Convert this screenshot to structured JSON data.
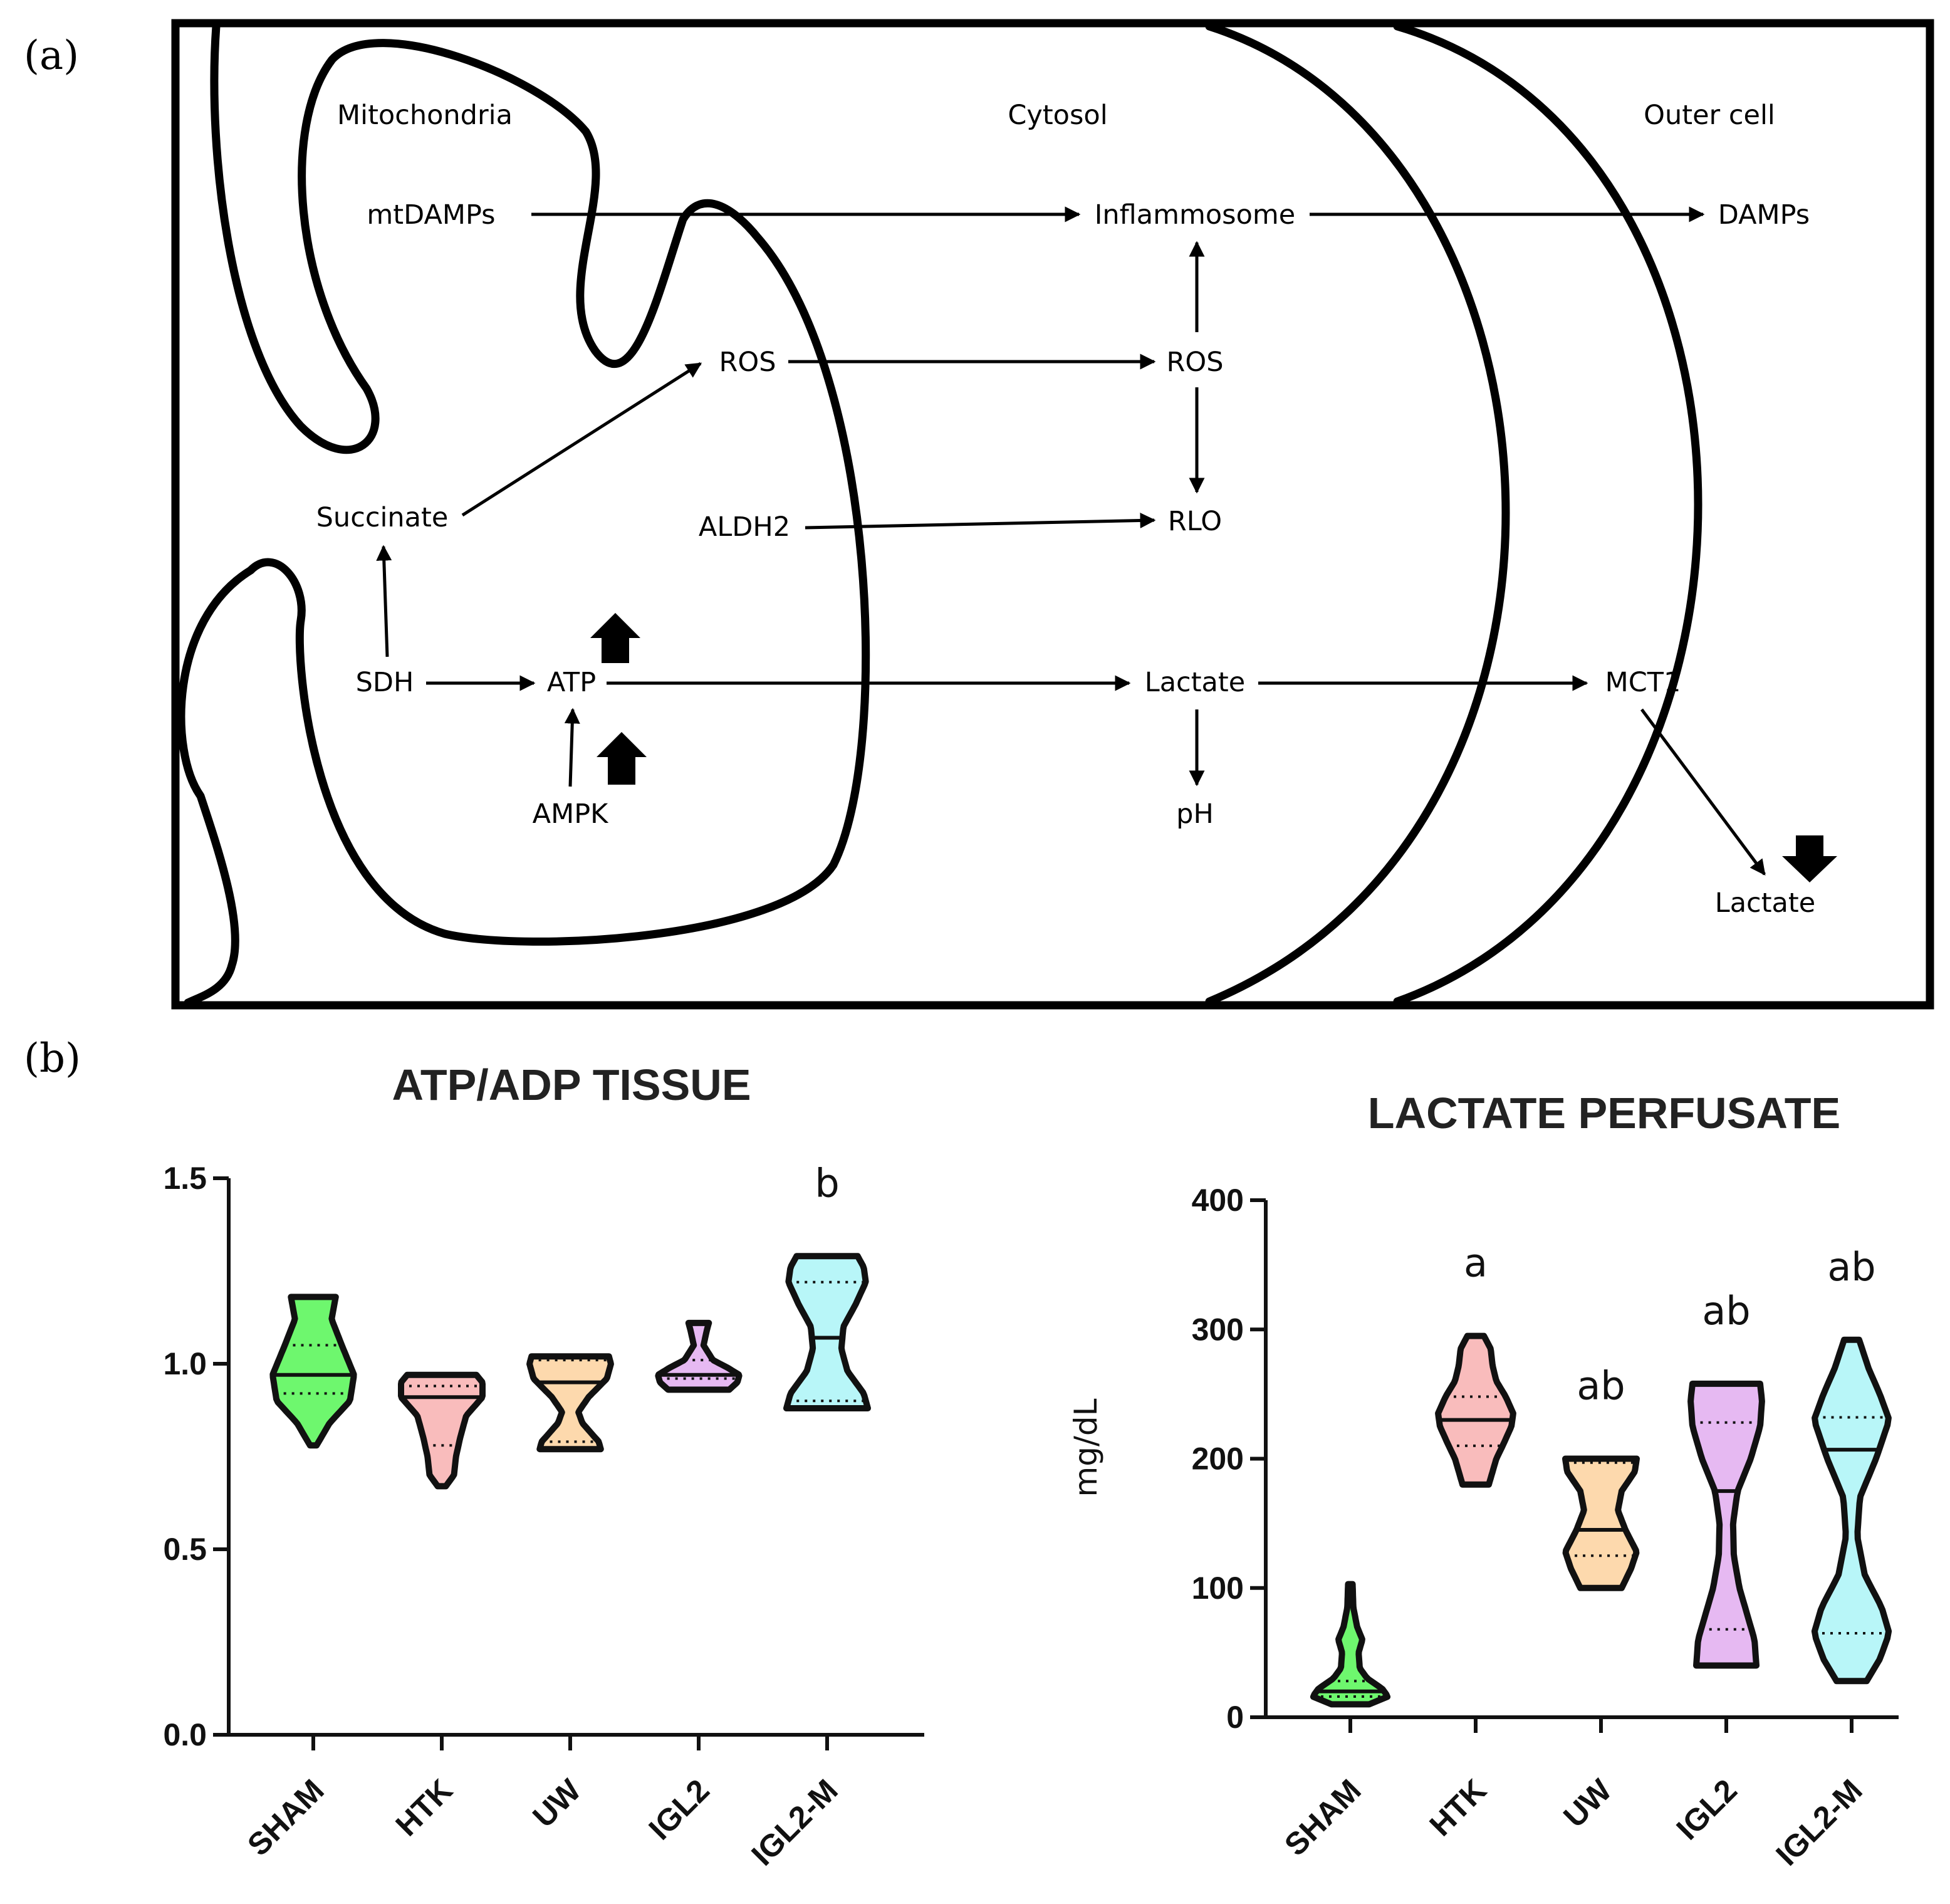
{
  "panel_a": {
    "label": "(a)",
    "regions": {
      "mitochondria": "Mitochondria",
      "cytosol": "Cytosol",
      "outer_cell": "Outer cell"
    },
    "nodes": {
      "mtdamps": "mtDAMPs",
      "inflammosome": "Inflammosome",
      "damps": "DAMPs",
      "ros_mito": "ROS",
      "ros_cyto": "ROS",
      "succinate": "Succinate",
      "aldh2": "ALDH2",
      "rlo": "RLO",
      "sdh": "SDH",
      "atp": "ATP",
      "lactate_cyto": "Lactate",
      "mct1": "MCT1",
      "ampk": "AMPK",
      "ph": "pH",
      "lactate_out": "Lactate"
    },
    "indicators": [
      {
        "near": "ATP",
        "direction": "up"
      },
      {
        "near": "AMPK",
        "direction": "up"
      },
      {
        "near": "Lactate (outer cell)",
        "direction": "down"
      }
    ]
  },
  "panel_b": {
    "label": "(b)"
  },
  "chart_data": [
    {
      "type": "violin",
      "title": "ATP/ADP TISSUE",
      "ylabel": "",
      "ylim": [
        0,
        1.5
      ],
      "yticks": [
        "0.0",
        "0.5",
        "1.0",
        "1.5"
      ],
      "categories": [
        "SHAM",
        "HTK",
        "UW",
        "IGL2",
        "IGL2-M"
      ],
      "colors": [
        "#6ef76e",
        "#f9bcbc",
        "#fdd9ad",
        "#e6b9f2",
        "#b8f6f8"
      ],
      "annotations": [
        "",
        "",
        "",
        "",
        "b"
      ],
      "violins": [
        {
          "min": 0.78,
          "max": 1.18,
          "median": 0.97,
          "q1": 0.92,
          "q3": 1.05,
          "profile": [
            [
              0.78,
              0.08
            ],
            [
              0.84,
              0.4
            ],
            [
              0.9,
              0.9
            ],
            [
              0.97,
              1
            ],
            [
              1.05,
              0.7
            ],
            [
              1.12,
              0.45
            ],
            [
              1.18,
              0.55
            ]
          ]
        },
        {
          "min": 0.67,
          "max": 0.97,
          "median": 0.91,
          "q1": 0.78,
          "q3": 0.94,
          "profile": [
            [
              0.67,
              0.1
            ],
            [
              0.7,
              0.3
            ],
            [
              0.75,
              0.35
            ],
            [
              0.8,
              0.45
            ],
            [
              0.86,
              0.6
            ],
            [
              0.91,
              1
            ],
            [
              0.95,
              1
            ],
            [
              0.97,
              0.85
            ]
          ]
        },
        {
          "min": 0.77,
          "max": 1.02,
          "median": 0.95,
          "q1": 0.79,
          "q3": 1.01,
          "profile": [
            [
              0.77,
              0.75
            ],
            [
              0.79,
              0.7
            ],
            [
              0.84,
              0.3
            ],
            [
              0.87,
              0.2
            ],
            [
              0.91,
              0.45
            ],
            [
              0.96,
              0.9
            ],
            [
              1.0,
              1
            ],
            [
              1.02,
              0.95
            ]
          ]
        },
        {
          "min": 0.93,
          "max": 1.11,
          "median": 0.97,
          "q1": 0.96,
          "q3": 1.01,
          "profile": [
            [
              0.93,
              0.75
            ],
            [
              0.95,
              0.95
            ],
            [
              0.97,
              1
            ],
            [
              0.99,
              0.7
            ],
            [
              1.01,
              0.35
            ],
            [
              1.05,
              0.12
            ],
            [
              1.09,
              0.2
            ],
            [
              1.11,
              0.25
            ]
          ]
        },
        {
          "min": 0.88,
          "max": 1.29,
          "median": 1.07,
          "q1": 0.9,
          "q3": 1.22,
          "profile": [
            [
              0.88,
              1
            ],
            [
              0.92,
              0.9
            ],
            [
              0.98,
              0.5
            ],
            [
              1.04,
              0.35
            ],
            [
              1.1,
              0.4
            ],
            [
              1.16,
              0.7
            ],
            [
              1.22,
              0.95
            ],
            [
              1.26,
              0.9
            ],
            [
              1.29,
              0.75
            ]
          ]
        }
      ]
    },
    {
      "type": "violin",
      "title": "LACTATE PERFUSATE",
      "ylabel": "mg/dL",
      "ylim": [
        0,
        400
      ],
      "yticks": [
        "0",
        "100",
        "200",
        "300",
        "400"
      ],
      "categories": [
        "SHAM",
        "HTK",
        "UW",
        "IGL2",
        "IGL2-M"
      ],
      "colors": [
        "#6ef76e",
        "#f9bcbc",
        "#fdd9ad",
        "#e6b9f2",
        "#b8f6f8"
      ],
      "annotations": [
        "",
        "a",
        "ab",
        "ab",
        "ab"
      ],
      "violins": [
        {
          "min": 10,
          "max": 103,
          "median": 20,
          "q1": 16,
          "q3": 28,
          "profile": [
            [
              10,
              0.5
            ],
            [
              16,
              1
            ],
            [
              22,
              0.85
            ],
            [
              30,
              0.45
            ],
            [
              38,
              0.25
            ],
            [
              50,
              0.22
            ],
            [
              60,
              0.32
            ],
            [
              70,
              0.18
            ],
            [
              85,
              0.08
            ],
            [
              103,
              0.06
            ]
          ]
        },
        {
          "min": 180,
          "max": 295,
          "median": 230,
          "q1": 210,
          "q3": 248,
          "profile": [
            [
              180,
              0.35
            ],
            [
              190,
              0.45
            ],
            [
              200,
              0.55
            ],
            [
              212,
              0.75
            ],
            [
              225,
              0.95
            ],
            [
              235,
              1
            ],
            [
              248,
              0.8
            ],
            [
              260,
              0.55
            ],
            [
              272,
              0.45
            ],
            [
              285,
              0.4
            ],
            [
              295,
              0.22
            ]
          ]
        },
        {
          "min": 100,
          "max": 200,
          "median": 145,
          "q1": 125,
          "q3": 197,
          "profile": [
            [
              100,
              0.55
            ],
            [
              115,
              0.8
            ],
            [
              128,
              0.95
            ],
            [
              145,
              0.65
            ],
            [
              160,
              0.45
            ],
            [
              175,
              0.55
            ],
            [
              190,
              0.9
            ],
            [
              200,
              0.95
            ]
          ]
        },
        {
          "min": 40,
          "max": 258,
          "median": 175,
          "q1": 68,
          "q3": 228,
          "profile": [
            [
              40,
              0.8
            ],
            [
              60,
              0.75
            ],
            [
              80,
              0.55
            ],
            [
              100,
              0.35
            ],
            [
              125,
              0.2
            ],
            [
              150,
              0.18
            ],
            [
              175,
              0.3
            ],
            [
              200,
              0.65
            ],
            [
              225,
              0.9
            ],
            [
              245,
              0.95
            ],
            [
              258,
              0.9
            ]
          ]
        },
        {
          "min": 28,
          "max": 292,
          "median": 207,
          "q1": 65,
          "q3": 232,
          "profile": [
            [
              28,
              0.4
            ],
            [
              45,
              0.75
            ],
            [
              65,
              1
            ],
            [
              85,
              0.8
            ],
            [
              110,
              0.35
            ],
            [
              140,
              0.15
            ],
            [
              170,
              0.22
            ],
            [
              200,
              0.65
            ],
            [
              230,
              1
            ],
            [
              250,
              0.75
            ],
            [
              270,
              0.45
            ],
            [
              292,
              0.2
            ]
          ]
        }
      ]
    }
  ]
}
